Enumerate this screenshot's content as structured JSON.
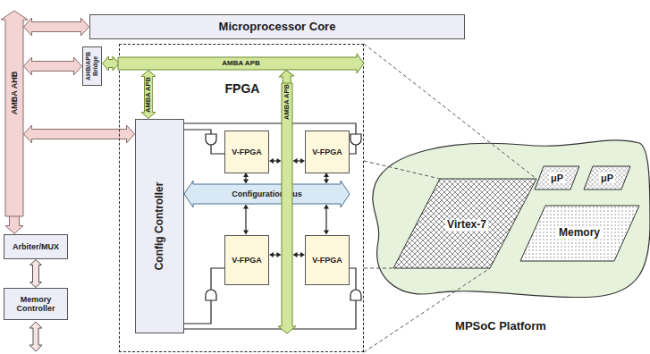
{
  "diagram": {
    "nodes": [
      {
        "text": [
          "AMBA AHB"
        ]
      },
      {
        "text": [
          "Microprocessor Core"
        ]
      },
      {
        "text": [
          "AHB/APB Bridge"
        ]
      },
      {
        "text": [
          "FPGA"
        ]
      },
      {
        "text": [
          "AMBA APB"
        ]
      },
      {
        "text": [
          "Config Controller"
        ],
        "in": 3
      },
      {
        "text": [
          "V-FPGA"
        ],
        "in": 3
      },
      {
        "text": [
          "V-FPGA"
        ],
        "in": 3
      },
      {
        "text": [
          "V-FPGA"
        ],
        "in": 3
      },
      {
        "text": [
          "V-FPGA"
        ],
        "in": 3
      },
      {
        "text": [
          "Configuration Bus"
        ],
        "in": 3
      },
      {
        "text": [
          "AMBA APB"
        ],
        "in": 3
      },
      {
        "text": [
          "Arbiter/MUX"
        ]
      },
      {
        "text": [
          "Memory Controller"
        ]
      },
      {
        "text": [
          "MPSoC Platform"
        ]
      },
      {
        "text": [
          "Virtex-7"
        ],
        "in": 14
      },
      {
        "text": [
          "μP"
        ],
        "in": 14
      },
      {
        "text": [
          "μP"
        ],
        "in": 14
      },
      {
        "text": [
          "Memory"
        ],
        "in": 14
      }
    ],
    "edges": [
      {
        "from": 0,
        "to": 1,
        "arrow": "both"
      },
      {
        "from": 0,
        "to": 2,
        "arrow": "both"
      },
      {
        "from": 0,
        "to": 5,
        "arrow": "both"
      },
      {
        "from": 0,
        "to": 12,
        "arrow": "to"
      },
      {
        "from": 12,
        "to": 13,
        "arrow": "both"
      },
      {
        "from": 2,
        "to": 4,
        "arrow": "both"
      },
      {
        "from": 4,
        "to": 5,
        "arrow": "both",
        "label": "AMBA APB"
      },
      {
        "from": 11,
        "to": 4,
        "arrow": "to"
      },
      {
        "from": 11,
        "to": 6,
        "arrow": "both"
      },
      {
        "from": 11,
        "to": 7,
        "arrow": "both"
      },
      {
        "from": 11,
        "to": 8,
        "arrow": "both"
      },
      {
        "from": 11,
        "to": 9,
        "arrow": "both"
      },
      {
        "from": 10,
        "to": 6,
        "arrow": "both"
      },
      {
        "from": 10,
        "to": 7,
        "arrow": "both"
      },
      {
        "from": 10,
        "to": 8,
        "arrow": "both"
      },
      {
        "from": 10,
        "to": 9,
        "arrow": "both"
      },
      {
        "from": 5,
        "to": 6,
        "arrow": "none"
      },
      {
        "from": 5,
        "to": 7,
        "arrow": "none"
      },
      {
        "from": 5,
        "to": 8,
        "arrow": "none"
      },
      {
        "from": 5,
        "to": 9,
        "arrow": "none"
      }
    ]
  }
}
